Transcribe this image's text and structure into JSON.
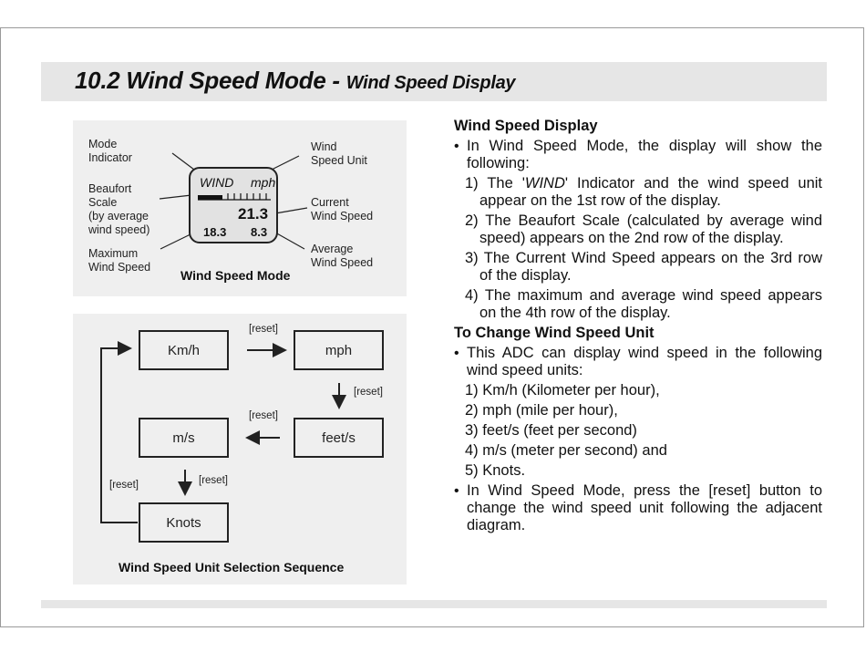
{
  "header": {
    "title_main": "10.2 Wind Speed Mode - ",
    "title_sub": "Wind Speed Display"
  },
  "display_diagram": {
    "labels": {
      "mode_indicator": "Mode\nIndicator",
      "beaufort": "Beaufort\nScale\n(by average\nwind speed)",
      "maximum": "Maximum\nWind Speed",
      "unit": "Wind\nSpeed Unit",
      "current": "Current\nWind Speed",
      "average": "Average\nWind Speed"
    },
    "lcd": {
      "mode_text": "WIND",
      "unit_text": "mph",
      "current_value": "21.3",
      "max_value": "18.3",
      "avg_value": "8.3"
    },
    "caption": "Wind Speed Mode"
  },
  "sequence_diagram": {
    "boxes": {
      "kmh": "Km/h",
      "mph": "mph",
      "ms": "m/s",
      "feets": "feet/s",
      "knots": "Knots"
    },
    "reset_label": "[reset]",
    "caption": "Wind Speed Unit Selection Sequence"
  },
  "text": {
    "heading1": "Wind Speed Display",
    "bullet1": "In Wind Speed Mode, the display will show the following:",
    "items": [
      {
        "num": "1)",
        "before": "The '",
        "italic": "WIND",
        "after": "' Indicator and the wind speed unit appear on the 1st row of the display."
      },
      {
        "num": "2)",
        "text": "The Beaufort Scale (calculated by average wind speed) appears on the 2nd row of the display."
      },
      {
        "num": "3)",
        "text": "The Current Wind Speed appears on the 3rd row of the display."
      },
      {
        "num": "4)",
        "text": "The maximum and average wind speed appears on the 4th row of the display."
      }
    ],
    "heading2": "To Change Wind Speed Unit",
    "bullet2": "This ADC can display wind speed in the following wind speed units:",
    "units": [
      "1) Km/h (Kilometer per hour),",
      "2) mph (mile per hour),",
      "3) feet/s (feet per second)",
      "4) m/s (meter per second) and",
      "5) Knots."
    ],
    "bullet3": "In Wind Speed Mode, press the [reset] button to change the wind speed unit following the adjacent diagram."
  }
}
